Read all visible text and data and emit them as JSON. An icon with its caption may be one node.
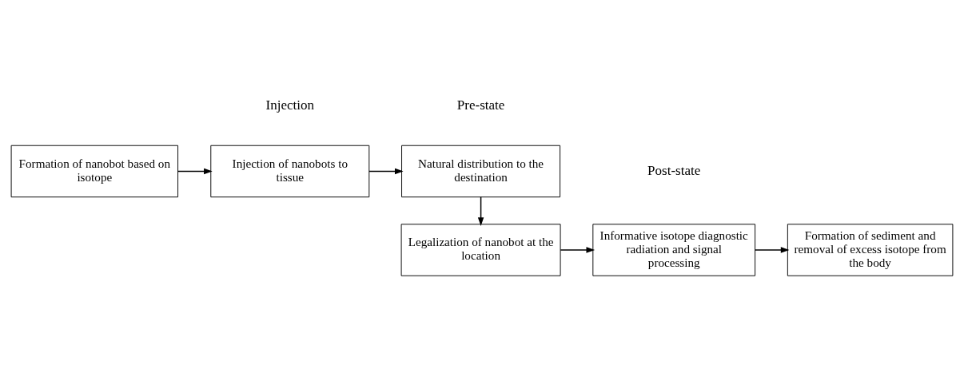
{
  "diagram": {
    "nodes": [
      {
        "text": [
          "Formation of nanobot based on isotope"
        ]
      },
      {
        "text": [
          "Injection of nanobots to tissue"
        ]
      },
      {
        "text": [
          "Natural distribution to the destination"
        ]
      },
      {
        "text": [
          "Legalization of nanobot at the location"
        ]
      },
      {
        "text": [
          "Informative isotope diagnostic radiation and signal processing"
        ]
      },
      {
        "text": [
          "Formation of sediment and removal of excess isotope from the body"
        ]
      }
    ],
    "edges": [
      {
        "from": 0,
        "to": 1,
        "arrow": "to"
      },
      {
        "from": 1,
        "to": 2,
        "arrow": "to"
      },
      {
        "from": 2,
        "to": 3,
        "arrow": "to"
      },
      {
        "from": 3,
        "to": 4,
        "arrow": "to"
      },
      {
        "from": 4,
        "to": 5,
        "arrow": "to"
      }
    ],
    "labels": [
      "Injection",
      "Pre-state",
      "Post-state"
    ]
  }
}
